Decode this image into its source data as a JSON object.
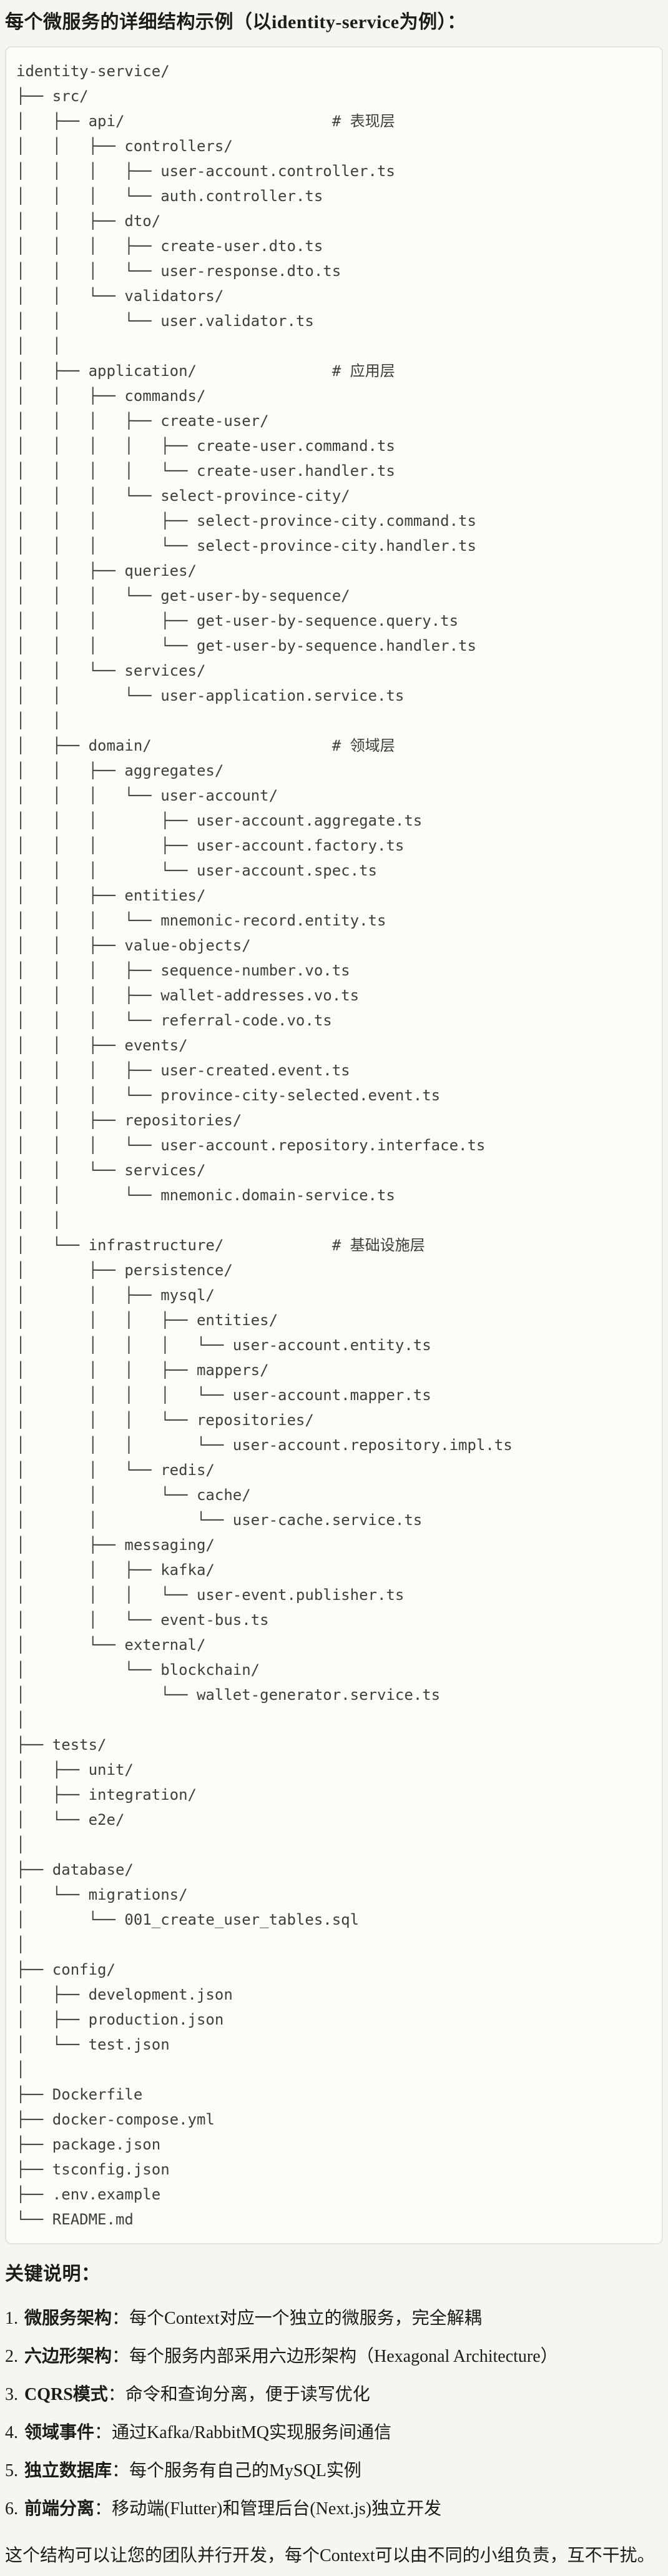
{
  "page": {
    "title": "每个微服务的详细结构示例（以identity-service为例）：",
    "notes_heading": "关键说明：",
    "summary": "这个结构可以让您的团队并行开发，每个Context可以由不同的小组负责，互不干扰。"
  },
  "code_block": {
    "tree_lines": [
      "identity-service/",
      "├── src/",
      "│   ├── api/                       # 表现层",
      "│   │   ├── controllers/",
      "│   │   │   ├── user-account.controller.ts",
      "│   │   │   └── auth.controller.ts",
      "│   │   ├── dto/",
      "│   │   │   ├── create-user.dto.ts",
      "│   │   │   └── user-response.dto.ts",
      "│   │   └── validators/",
      "│   │       └── user.validator.ts",
      "│   │",
      "│   ├── application/               # 应用层",
      "│   │   ├── commands/",
      "│   │   │   ├── create-user/",
      "│   │   │   │   ├── create-user.command.ts",
      "│   │   │   │   └── create-user.handler.ts",
      "│   │   │   └── select-province-city/",
      "│   │   │       ├── select-province-city.command.ts",
      "│   │   │       └── select-province-city.handler.ts",
      "│   │   ├── queries/",
      "│   │   │   └── get-user-by-sequence/",
      "│   │   │       ├── get-user-by-sequence.query.ts",
      "│   │   │       └── get-user-by-sequence.handler.ts",
      "│   │   └── services/",
      "│   │       └── user-application.service.ts",
      "│   │",
      "│   ├── domain/                    # 领域层",
      "│   │   ├── aggregates/",
      "│   │   │   └── user-account/",
      "│   │   │       ├── user-account.aggregate.ts",
      "│   │   │       ├── user-account.factory.ts",
      "│   │   │       └── user-account.spec.ts",
      "│   │   ├── entities/",
      "│   │   │   └── mnemonic-record.entity.ts",
      "│   │   ├── value-objects/",
      "│   │   │   ├── sequence-number.vo.ts",
      "│   │   │   ├── wallet-addresses.vo.ts",
      "│   │   │   └── referral-code.vo.ts",
      "│   │   ├── events/",
      "│   │   │   ├── user-created.event.ts",
      "│   │   │   └── province-city-selected.event.ts",
      "│   │   ├── repositories/",
      "│   │   │   └── user-account.repository.interface.ts",
      "│   │   └── services/",
      "│   │       └── mnemonic.domain-service.ts",
      "│   │",
      "│   └── infrastructure/            # 基础设施层",
      "│       ├── persistence/",
      "│       │   ├── mysql/",
      "│       │   │   ├── entities/",
      "│       │   │   │   └── user-account.entity.ts",
      "│       │   │   ├── mappers/",
      "│       │   │   │   └── user-account.mapper.ts",
      "│       │   │   └── repositories/",
      "│       │   │       └── user-account.repository.impl.ts",
      "│       │   └── redis/",
      "│       │       └── cache/",
      "│       │           └── user-cache.service.ts",
      "│       ├── messaging/",
      "│       │   ├── kafka/",
      "│       │   │   └── user-event.publisher.ts",
      "│       │   └── event-bus.ts",
      "│       └── external/",
      "│           └── blockchain/",
      "│               └── wallet-generator.service.ts",
      "│",
      "├── tests/",
      "│   ├── unit/",
      "│   ├── integration/",
      "│   └── e2e/",
      "│",
      "├── database/",
      "│   └── migrations/",
      "│       └── 001_create_user_tables.sql",
      "│",
      "├── config/",
      "│   ├── development.json",
      "│   ├── production.json",
      "│   └── test.json",
      "│",
      "├── Dockerfile",
      "├── docker-compose.yml",
      "├── package.json",
      "├── tsconfig.json",
      "├── .env.example",
      "└── README.md"
    ]
  },
  "notes": {
    "items": [
      {
        "number": "1.",
        "label": "微服务架构",
        "text": "：每个Context对应一个独立的微服务，完全解耦"
      },
      {
        "number": "2.",
        "label": "六边形架构",
        "text": "：每个服务内部采用六边形架构（Hexagonal Architecture）"
      },
      {
        "number": "3.",
        "label": "CQRS模式",
        "text": "：命令和查询分离，便于读写优化"
      },
      {
        "number": "4.",
        "label": "领域事件",
        "text": "：通过Kafka/RabbitMQ实现服务间通信"
      },
      {
        "number": "5.",
        "label": "独立数据库",
        "text": "：每个服务有自己的MySQL实例"
      },
      {
        "number": "6.",
        "label": "前端分离",
        "text": "：移动端(Flutter)和管理后台(Next.js)独立开发"
      }
    ]
  },
  "colors": {
    "page_bg": "#F7F5EF",
    "code_bg": "#FCFBF7",
    "code_border": "#E5E3DB",
    "text": "#1C1B17",
    "code_text": "#3F3E39"
  }
}
